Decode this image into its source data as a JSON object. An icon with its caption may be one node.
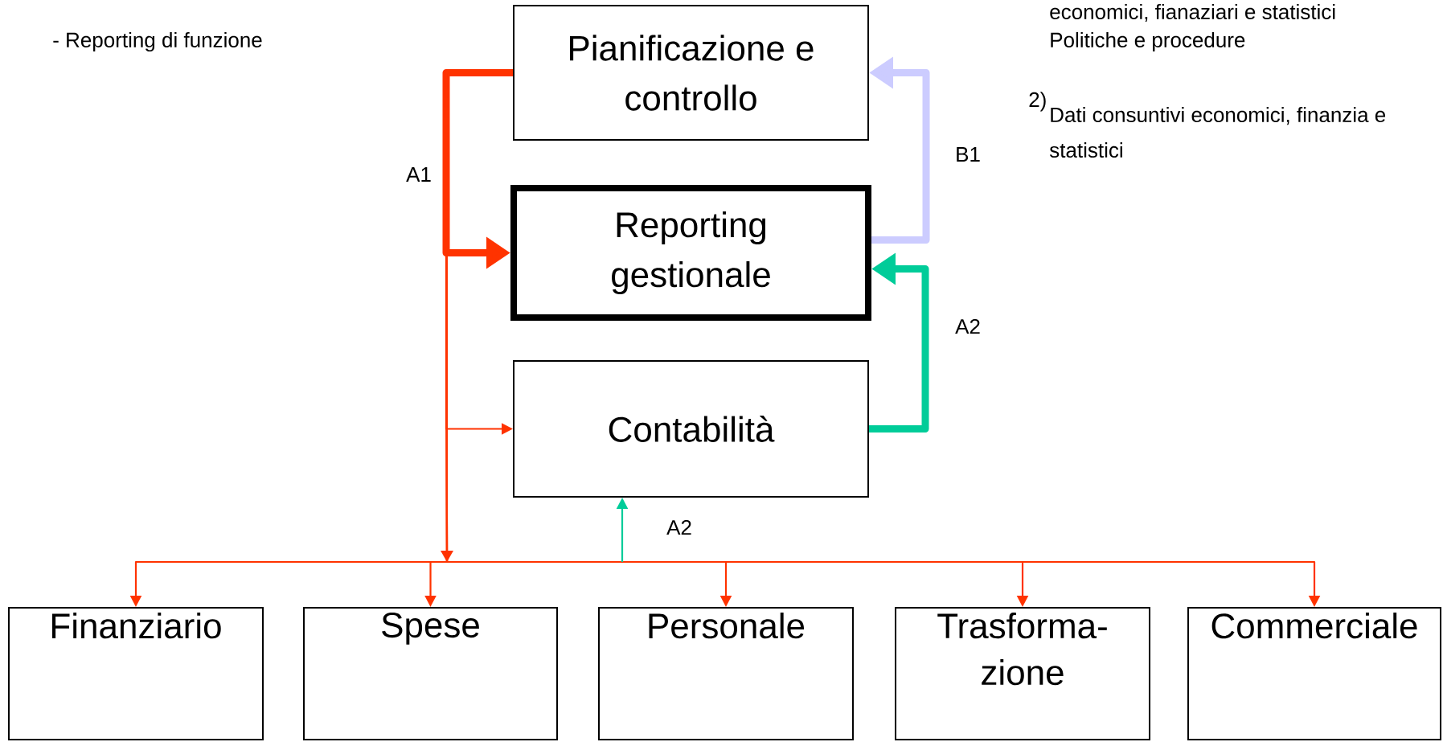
{
  "diagram": {
    "nodes": [
      {
        "text": [
          "Pianificazione e controllo"
        ]
      },
      {
        "text": [
          "Reporting gestionale"
        ]
      },
      {
        "text": [
          "Contabilità"
        ]
      },
      {
        "text": [
          "Finanziario"
        ]
      },
      {
        "text": [
          "Spese"
        ]
      },
      {
        "text": [
          "Personale"
        ]
      },
      {
        "text": [
          "Trasforma- zione"
        ]
      },
      {
        "text": [
          "Commerciale"
        ]
      }
    ],
    "edges": [
      {
        "from": 0,
        "to": 1,
        "arrow": "to",
        "style": "thick",
        "label": "A1"
      },
      {
        "from": 0,
        "to": 2,
        "arrow": "to"
      },
      {
        "from": 0,
        "to": 3,
        "arrow": "to"
      },
      {
        "from": 0,
        "to": 4,
        "arrow": "to"
      },
      {
        "from": 0,
        "to": 5,
        "arrow": "to"
      },
      {
        "from": 0,
        "to": 6,
        "arrow": "to"
      },
      {
        "from": 0,
        "to": 7,
        "arrow": "to"
      },
      {
        "from": 2,
        "to": 1,
        "arrow": "to",
        "style": "thick",
        "color": "#00cc99",
        "label": "A2"
      },
      {
        "from": null,
        "to": 2,
        "arrow": "to",
        "color": "#00cc99",
        "label": "A2"
      },
      {
        "from": 1,
        "to": 0,
        "arrow": "to",
        "style": "thick",
        "color": "#ccccff",
        "label": "B1"
      }
    ],
    "labels": [
      "- Reporting di funzione",
      "economici, fianaziari e statistici",
      "Politiche e procedure",
      "2)",
      "Dati consuntivi economici, finanzia e statistici"
    ]
  }
}
